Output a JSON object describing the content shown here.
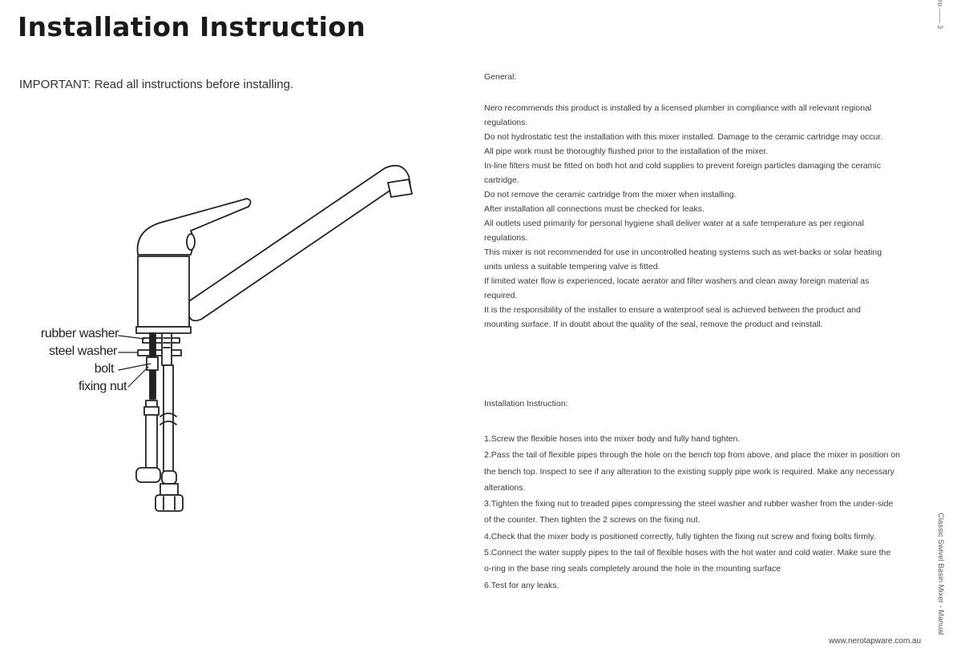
{
  "title": "Installation Instruction",
  "important": "IMPORTANT: Read all instructions before installing.",
  "diagram_labels": {
    "rubber_washer": "rubber washer",
    "steel_washer": "steel washer",
    "bolt": "bolt",
    "fixing_nut": "fixing nut"
  },
  "general": {
    "heading": "General:",
    "lines": [
      "Nero recommends this product is installed by a licensed plumber in compliance with all relevant regional",
      "regulations.",
      "Do not hydrostatic test the installation with this mixer installed. Damage to the ceramic cartridge may occur.",
      "All pipe work must be thoroughly flushed prior to the installation of the mixer.",
      "In-line filters must be fitted on both hot and cold supplies to prevent foreign particles damaging the ceramic",
      "cartridge.",
      "Do not remove the ceramic cartridge from the mixer when installing.",
      "After installation all connections must be checked for leaks.",
      "All outlets used primarily for personal hygiene shall deliver water at a safe temperature as per regional",
      "regulations.",
      "This mixer is not recommended for use in uncontrolled heating systems such as wet-backs or solar heating",
      "units unless a suitable tempering valve is fitted.",
      "If limited water flow is experienced, locate aerator and filter washers and clean away foreign material as",
      "required.",
      "It is the responsibility of the installer to ensure a waterproof seal is achieved between the product and",
      "mounting surface. If in doubt about the quality of the seal, remove the product and reinstall."
    ]
  },
  "installation": {
    "heading": "Installation Instruction:",
    "lines": [
      "1.Screw the flexible hoses into the mixer body and fully hand tighten.",
      "2.Pass the tail of flexible pipes through the hole on the bench top from above, and place the mixer in position on",
      "the bench top. Inspect to see if any alteration to the existing supply pipe  work is required. Make any necessary",
      "alterations.",
      "3.Tighten the fixing nut to treaded pipes compressing the steel washer and rubber washer from the under-side",
      "of the counter. Then tighten the 2 screws on the fixing nut.",
      "4.Check that the mixer body is positioned correctly, fully tighten the fixing nut screw and fixing bolts firmly.",
      "5.Connect the water supply pipes to the tail of flexible hoses with the hot water and cold water. Make sure the",
      "o-ring in the base ring seals completely around the hole in the mounting surface",
      "6.Test for any leaks."
    ]
  },
  "footer_url": "www.nerotapware.com.au",
  "side_label": "Classic Swivel Basin Mixer - Manual",
  "side_top": "ro —— 3"
}
